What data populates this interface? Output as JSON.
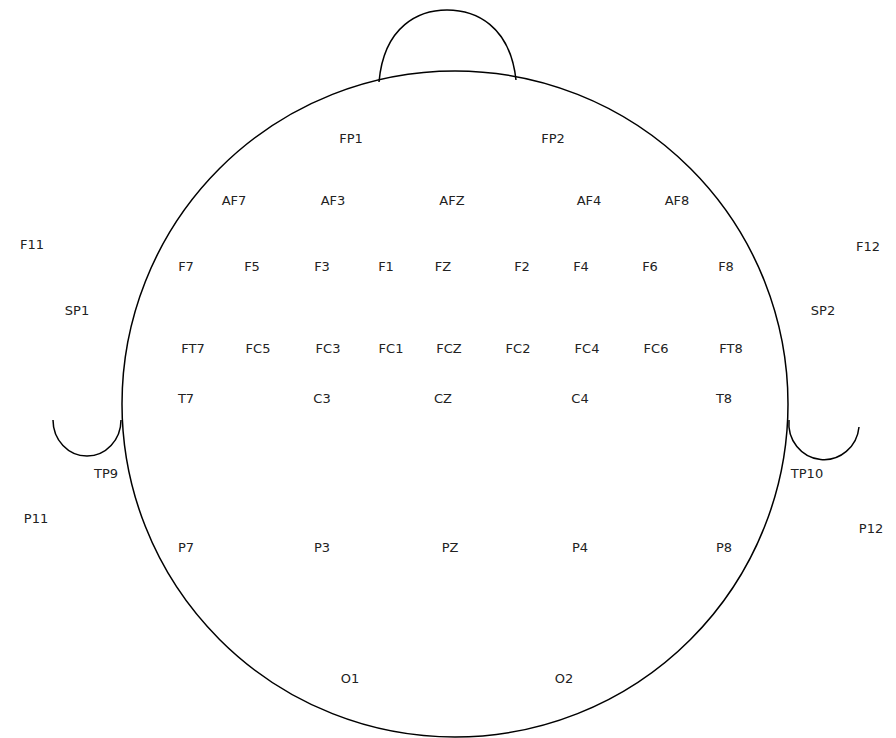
{
  "diagram": {
    "labels": [
      "FP1",
      "FP2",
      "AF7",
      "AF3",
      "AFZ",
      "AF4",
      "AF8",
      "F11",
      "F12",
      "F7",
      "F5",
      "F3",
      "F1",
      "FZ",
      "F2",
      "F4",
      "F6",
      "F8",
      "SP1",
      "SP2",
      "FT7",
      "FC5",
      "FC3",
      "FC1",
      "FCZ",
      "FC2",
      "FC4",
      "FC6",
      "FT8",
      "T7",
      "C3",
      "CZ",
      "C4",
      "T8",
      "TP9",
      "TP10",
      "P11",
      "P12",
      "P7",
      "P3",
      "PZ",
      "P4",
      "P8",
      "O1",
      "O2"
    ]
  }
}
